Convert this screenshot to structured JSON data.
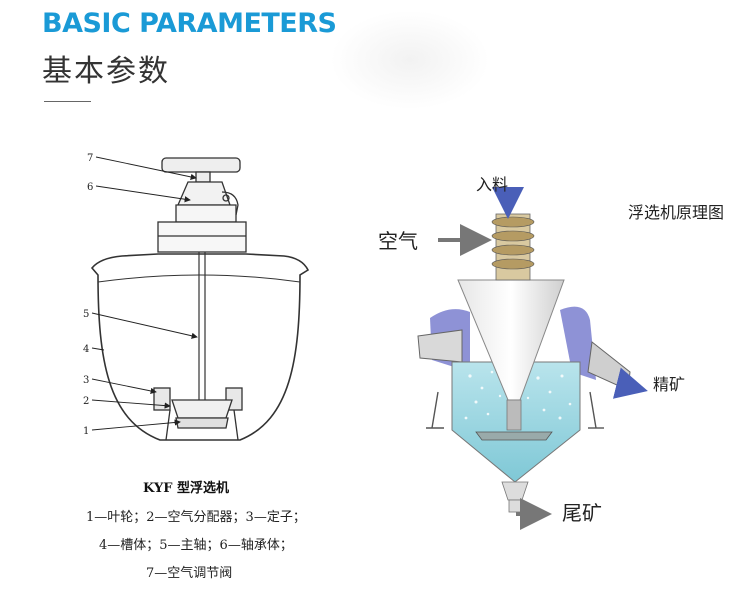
{
  "header": {
    "title_en": "BASIC PARAMETERS",
    "title_cn": "基本参数"
  },
  "left": {
    "numbers": [
      "7",
      "6",
      "5",
      "4",
      "3",
      "2",
      "1"
    ],
    "caption_title": "KYF 型浮选机",
    "legend_lines": [
      "1—叶轮；2—空气分配器；3—定子；",
      "4—槽体；5—主轴；6—轴承体；",
      "7—空气调节阀"
    ]
  },
  "right": {
    "feed_label": "入料",
    "air_label": "空气",
    "title": "浮选机原理图",
    "concentrate_label": "精矿",
    "tailings_label": "尾矿"
  },
  "colors": {
    "accent": "#1a9ad6",
    "arrow": "#4a5fb8",
    "slurry": "#8ed0dc"
  }
}
